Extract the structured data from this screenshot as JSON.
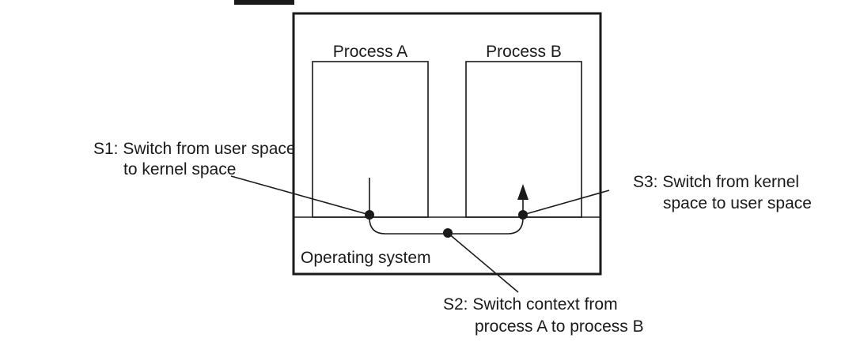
{
  "diagram": {
    "processes": [
      {
        "label": "Process A"
      },
      {
        "label": "Process B"
      }
    ],
    "os_label": "Operating system",
    "steps": {
      "s1": {
        "lines": [
          "S1: Switch from user space",
          "to kernel space"
        ]
      },
      "s2": {
        "lines": [
          "S2: Switch context from",
          "process A to process B"
        ]
      },
      "s3": {
        "lines": [
          "S3: Switch from kernel",
          "space to user space"
        ]
      }
    },
    "colors": {
      "ink": "#1a1a1a",
      "background": "#ffffff"
    }
  }
}
